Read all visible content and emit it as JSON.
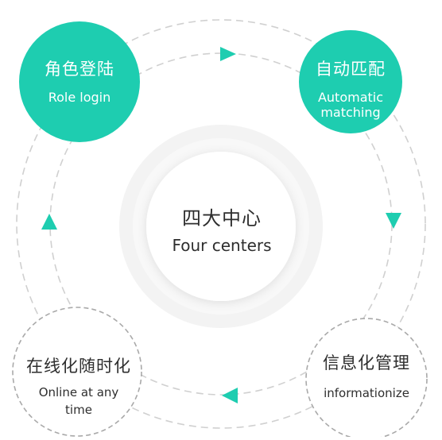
{
  "center": {
    "title_zh": "四大中心",
    "title_en": "Four centers"
  },
  "nodes": [
    {
      "id": "role-login",
      "title_zh": "角色登陆",
      "title_en": "Role login",
      "style": "filled"
    },
    {
      "id": "auto-matching",
      "title_zh": "自动匹配",
      "title_en": "Automatic matching",
      "style": "filled"
    },
    {
      "id": "informationize",
      "title_zh": "信息化管理",
      "title_en": "informationize",
      "style": "outline"
    },
    {
      "id": "online-anytime",
      "title_zh": "在线化随时化",
      "title_en": "Online at any time",
      "style": "outline"
    }
  ],
  "colors": {
    "accent": "#1ecdb0",
    "dash": "#d0d0d0",
    "outline": "#a9a9a9",
    "text": "#2e2e2e",
    "white": "#ffffff"
  },
  "arrows": [
    {
      "position": "top",
      "direction": "right"
    },
    {
      "position": "right",
      "direction": "down"
    },
    {
      "position": "bottom",
      "direction": "left"
    },
    {
      "position": "left",
      "direction": "up"
    }
  ]
}
